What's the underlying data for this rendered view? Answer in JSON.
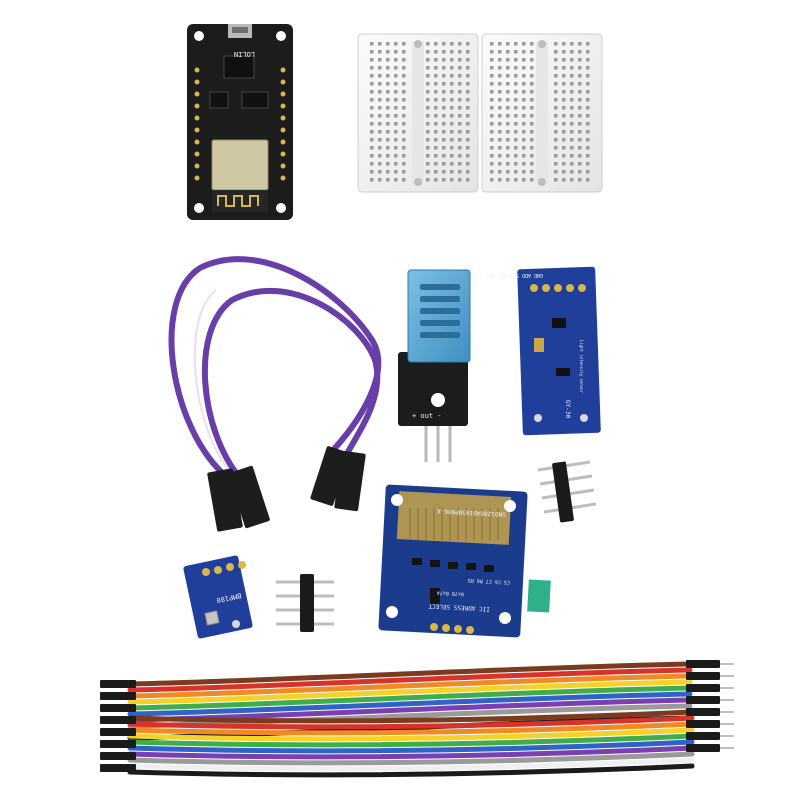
{
  "scene": {
    "description_alt": "",
    "nodemcu": {
      "silkscreen": "LOLIN"
    },
    "light_sensor": {
      "pin_labels": "GND ADD SDA SCL VCC",
      "board_label": "GY-30",
      "chip_text": "Light intensity sensor"
    },
    "dht": {
      "pin_labels": "+ out -"
    },
    "oled": {
      "flex_text": "GND12864D1N30P086-A",
      "addr_text": "IIC ADRESS SELECT",
      "addr_vals": "0x78  0x7A",
      "side_labels": "C5 C6 C7 R6 R5"
    },
    "bmp": {
      "board_label": "BMP180"
    }
  },
  "colors": {
    "pcb_black": "#1c1c1c",
    "pcb_blue": "#1f3f9a",
    "oled_blue": "#1b3b8c",
    "breadboard": "#f2f2f2",
    "dht_blue": "#5aa9d6",
    "jumper_purple": "#6a3ea8",
    "gold": "#d8b64c"
  }
}
